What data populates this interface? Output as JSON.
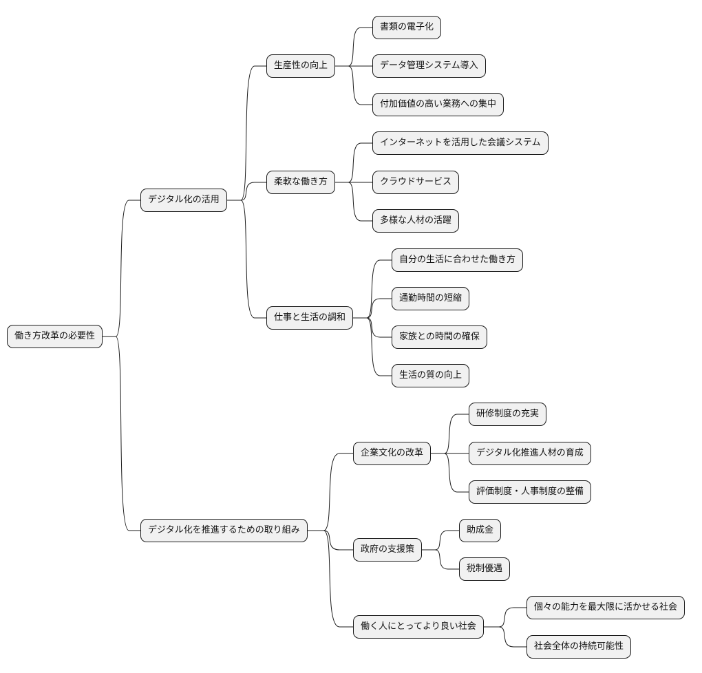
{
  "mindmap": {
    "root": {
      "label": "働き方改革の必要性",
      "children": [
        {
          "label": "デジタル化の活用",
          "children": [
            {
              "label": "生産性の向上",
              "children": [
                {
                  "label": "書類の電子化"
                },
                {
                  "label": "データ管理システム導入"
                },
                {
                  "label": "付加価値の高い業務への集中"
                }
              ]
            },
            {
              "label": "柔軟な働き方",
              "children": [
                {
                  "label": "インターネットを活用した会議システム"
                },
                {
                  "label": "クラウドサービス"
                },
                {
                  "label": "多様な人材の活躍"
                }
              ]
            },
            {
              "label": "仕事と生活の調和",
              "children": [
                {
                  "label": "自分の生活に合わせた働き方"
                },
                {
                  "label": "通勤時間の短縮"
                },
                {
                  "label": "家族との時間の確保"
                },
                {
                  "label": "生活の質の向上"
                }
              ]
            }
          ]
        },
        {
          "label": "デジタル化を推進するための取り組み",
          "children": [
            {
              "label": "企業文化の改革",
              "children": [
                {
                  "label": "研修制度の充実"
                },
                {
                  "label": "デジタル化推進人材の育成"
                },
                {
                  "label": "評価制度・人事制度の整備"
                }
              ]
            },
            {
              "label": "政府の支援策",
              "children": [
                {
                  "label": "助成金"
                },
                {
                  "label": "税制優遇"
                }
              ]
            },
            {
              "label": "働く人にとってより良い社会",
              "children": [
                {
                  "label": "個々の能力を最大限に活かせる社会"
                },
                {
                  "label": "社会全体の持続可能性"
                }
              ]
            }
          ]
        }
      ]
    }
  }
}
